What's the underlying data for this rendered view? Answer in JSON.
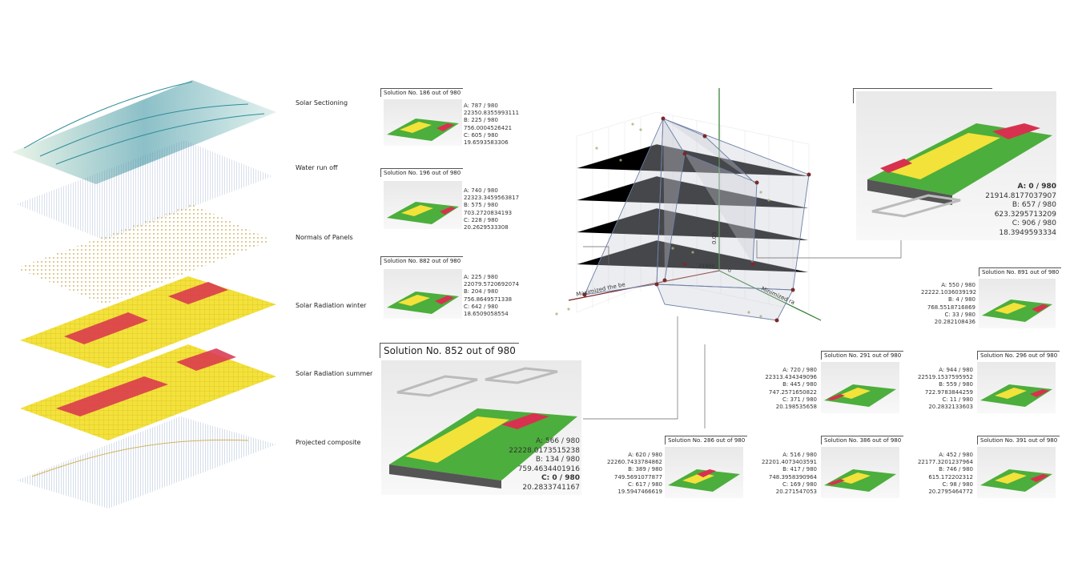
{
  "layers": [
    {
      "label": "Solar Sectioning"
    },
    {
      "label": "Water run off"
    },
    {
      "label": "Normals of Panels"
    },
    {
      "label": "Solar Radiation winter"
    },
    {
      "label": "Solar Radiation summer"
    },
    {
      "label": "Projected composite"
    }
  ],
  "axes": {
    "x_label": "Maximized the be",
    "y_label": "Minimized ra",
    "z_label": "0.05",
    "tick_a": "21950",
    "tick_b": "0"
  },
  "solutions": [
    {
      "title": "Solution No. 186 out of 980",
      "lines": [
        "A: 787 / 980",
        "22350.8355993111",
        "B: 225 / 980",
        "756.0004526421",
        "C: 605 / 980",
        "19.6593583306"
      ]
    },
    {
      "title": "Solution No. 196 out of 980",
      "lines": [
        "A: 740 / 980",
        "22323.3459563817",
        "B: 575 / 980",
        "703.2720834193",
        "C: 228 / 980",
        "20.2629533308"
      ]
    },
    {
      "title": "Solution No. 882 out of 980",
      "lines": [
        "A: 225 / 980",
        "22079.5720692074",
        "B: 204 / 980",
        "756.8649571338",
        "C: 642 / 980",
        "18.6509058554"
      ]
    },
    {
      "title": "Solution No. 852 out of 980",
      "lines": [
        "A: 566 / 980",
        "22228.0173515238",
        "B: 134 / 980",
        "759.4634401916",
        "C: 0 / 980",
        "20.2833741167"
      ]
    },
    {
      "title": "Solution No. 957 out of 980",
      "lines": [
        "A: 0 / 980",
        "21914.8177037907",
        "B: 657 / 980",
        "623.3295713209",
        "C: 906 / 980",
        "18.3949593334"
      ]
    },
    {
      "title": "Solution No. 891 out of 980",
      "lines": [
        "A: 550 / 980",
        "22222.1036039192",
        "B: 4 / 980",
        "768.5518716869",
        "C: 33 / 980",
        "20.282108436"
      ]
    },
    {
      "title": "Solution No. 291 out of 980",
      "lines": [
        "A: 720 / 980",
        "22313.434349096",
        "B: 445 / 980",
        "747.2571650822",
        "C: 371 / 980",
        "20.198535658"
      ]
    },
    {
      "title": "Solution No. 296 out of 980",
      "lines": [
        "A: 944 / 980",
        "22519.1537595952",
        "B: 559 / 980",
        "722.9783844259",
        "C: 11 / 980",
        "20.2832133603"
      ]
    },
    {
      "title": "Solution No. 286 out of 980",
      "lines": [
        "A: 620 / 980",
        "22260.7433784862",
        "B: 389 / 980",
        "749.5691077877",
        "C: 617 / 980",
        "19.5947466619"
      ]
    },
    {
      "title": "Solution No. 386 out of 980",
      "lines": [
        "A: 516 / 980",
        "22201.4073403591",
        "B: 417 / 980",
        "748.3958390964",
        "C: 169 / 980",
        "20.271547053"
      ]
    },
    {
      "title": "Solution No. 391 out of 980",
      "lines": [
        "A: 452 / 980",
        "22177.3201237964",
        "B: 746 / 980",
        "615.172202312",
        "C: 98 / 980",
        "20.2795464772"
      ]
    }
  ],
  "colors": {
    "line": "#555555",
    "radiation_hot": "#d8314f",
    "radiation_warm": "#f3e23a",
    "radiation_mid": "#4cae3c",
    "teal": "#2e8c9a",
    "blue": "#2f5c9a"
  }
}
